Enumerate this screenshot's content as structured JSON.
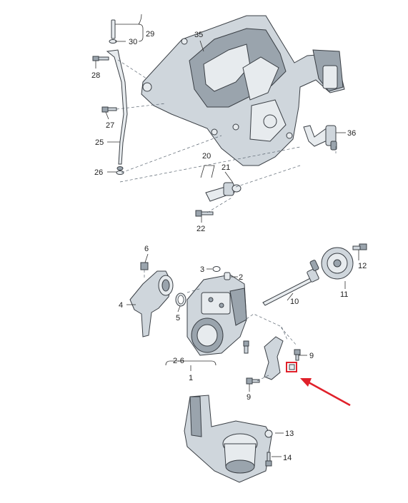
{
  "diagram": {
    "callouts": {
      "c1": "1",
      "c2": "2",
      "c2_6": "2-6",
      "c3": "3",
      "c4": "4",
      "c5": "5",
      "c6": "6",
      "c9a": "9",
      "c9b": "9",
      "c10": "10",
      "c11": "11",
      "c12": "12",
      "c13": "13",
      "c14": "14",
      "c20": "20",
      "c21": "21",
      "c22": "22",
      "c25": "25",
      "c26": "26",
      "c27": "27",
      "c28": "28",
      "c29": "29",
      "c30": "30",
      "c35": "35",
      "c36": "36"
    },
    "highlight_color": "#e0202a",
    "arrow_color": "#e0202a"
  }
}
